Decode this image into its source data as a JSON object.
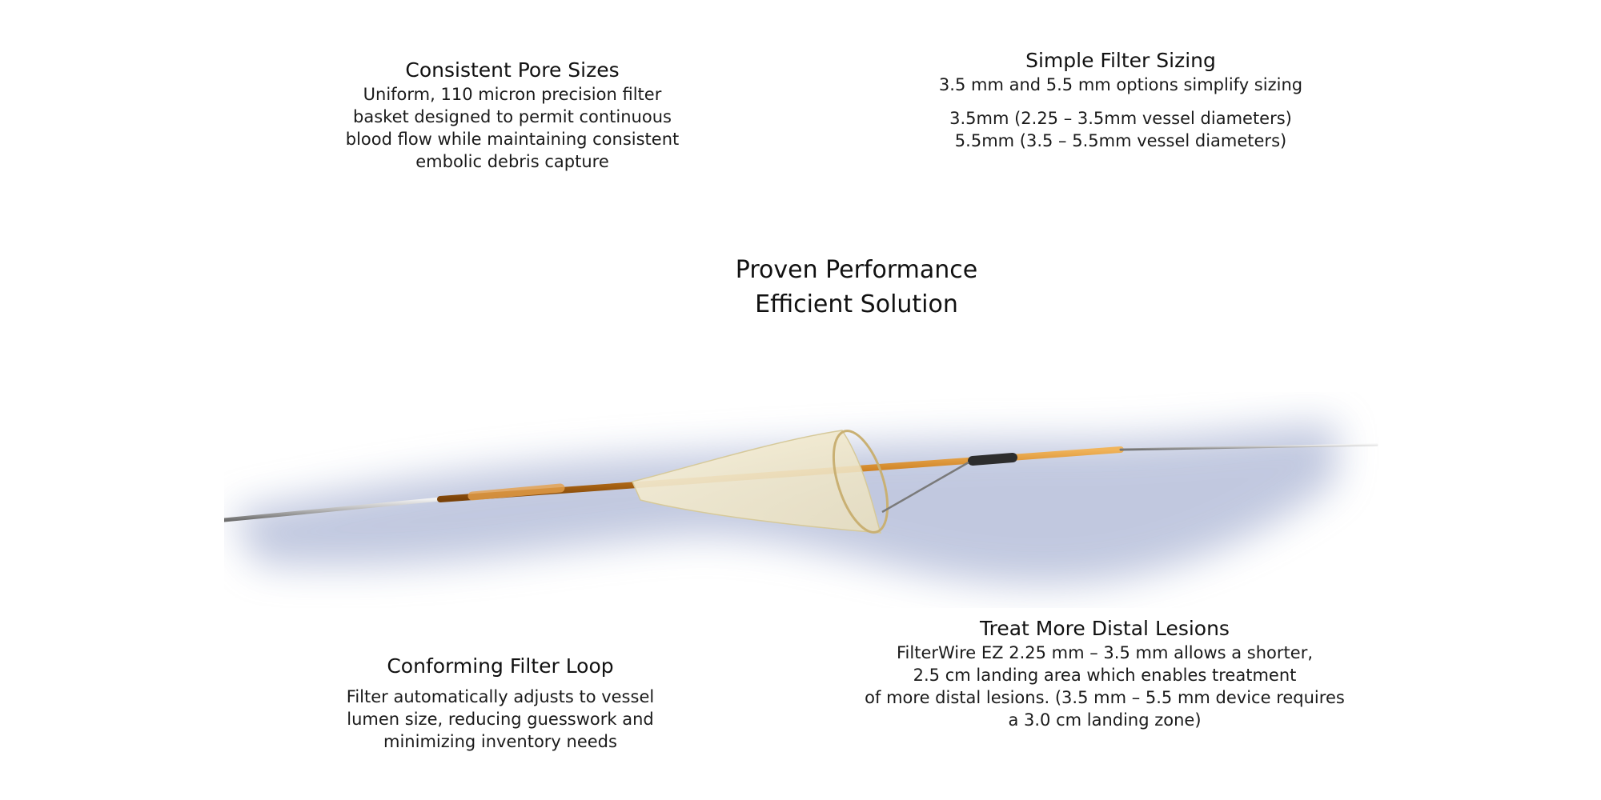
{
  "features": {
    "pore": {
      "title": "Consistent Pore Sizes",
      "lines": [
        "Uniform, 110 micron precision filter",
        "basket designed to permit continuous",
        "blood flow while maintaining consistent",
        "embolic debris capture"
      ]
    },
    "sizing": {
      "title": "Simple Filter Sizing",
      "subtitle": "3.5 mm and 5.5 mm options simplify sizing",
      "options": [
        "3.5mm (2.25 – 3.5mm vessel diameters)",
        "5.5mm (3.5 – 5.5mm vessel diameters)"
      ]
    },
    "center": {
      "line1": "Proven Performance",
      "line2": "Efficient Solution"
    },
    "loop": {
      "title": "Conforming Filter Loop",
      "lines": [
        "Filter automatically adjusts to vessel",
        "lumen size, reducing guesswork and",
        "minimizing inventory needs"
      ]
    },
    "distal": {
      "title": "Treat More Distal Lesions",
      "lines": [
        "FilterWire EZ 2.25 mm – 3.5 mm allows a shorter,",
        "2.5 cm landing area which enables treatment",
        "of more distal lesions. (3.5 mm – 5.5 mm device requires",
        "a 3.0 cm landing zone)"
      ]
    }
  },
  "colors": {
    "vessel_shadow": "#8f9cc6",
    "catheter": "#c97a1c",
    "wire": "#b8b8b8",
    "filter_basket": "#f3ead0"
  }
}
